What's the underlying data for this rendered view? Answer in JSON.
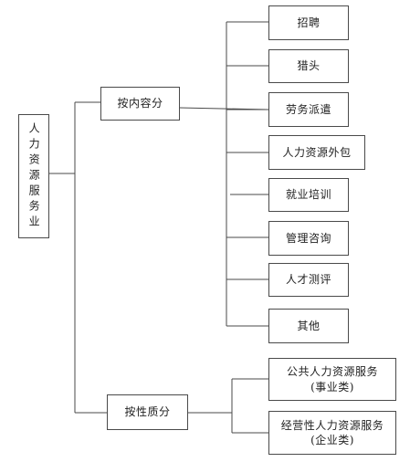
{
  "root": {
    "label": "人力资源服务业"
  },
  "branches": {
    "by_content": {
      "label": "按内容分",
      "items": [
        "招聘",
        "猎头",
        "劳务派遣",
        "人力资源外包",
        "就业培训",
        "管理咨询",
        "人才测评",
        "其他"
      ]
    },
    "by_nature": {
      "label": "按性质分",
      "items": [
        {
          "line1": "公共人力资源服务",
          "line2": "(事业类)"
        },
        {
          "line1": "经营性人力资源服务",
          "line2": "(企业类)"
        }
      ]
    }
  },
  "colors": {
    "line": "#4a4a4a",
    "text": "#222222",
    "background": "#ffffff"
  }
}
